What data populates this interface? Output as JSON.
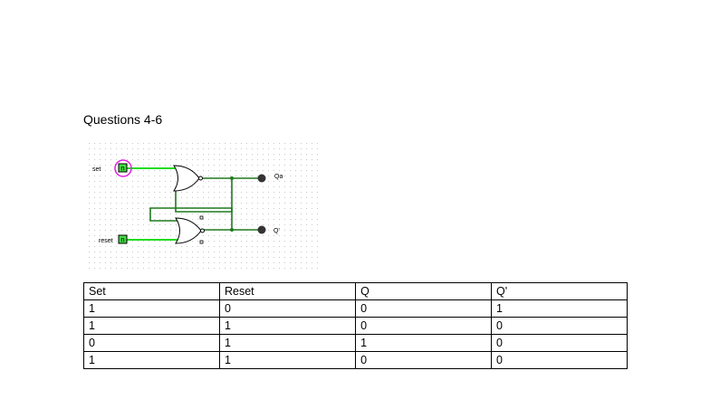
{
  "title": "Questions 4-6",
  "circuit": {
    "labels": {
      "set": "set",
      "reset": "reset",
      "q": "Qa",
      "q_bar": "Q'"
    },
    "switch_glyph": "n",
    "colors": {
      "active_wire": "#22dd22",
      "wire": "#1f7a1f",
      "highlight": "#e020e0"
    }
  },
  "table": {
    "headers": [
      "Set",
      "Reset",
      "Q",
      "Q'"
    ],
    "rows": [
      [
        "1",
        "0",
        "0",
        "1"
      ],
      [
        "1",
        "1",
        "0",
        "0"
      ],
      [
        "0",
        "1",
        "1",
        "0"
      ],
      [
        "1",
        "1",
        "0",
        "0"
      ]
    ]
  }
}
